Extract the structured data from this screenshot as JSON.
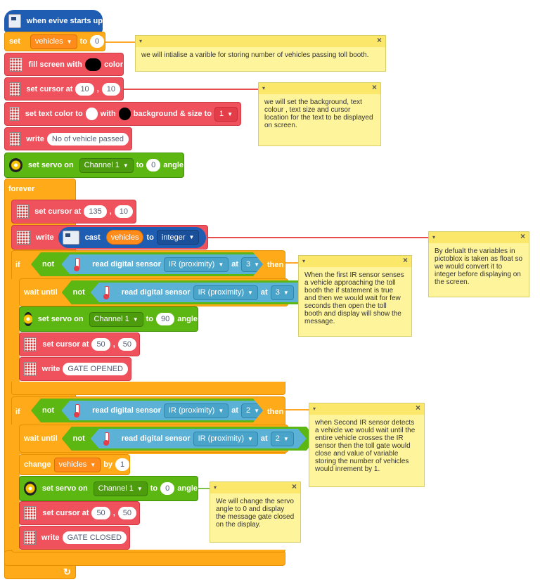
{
  "hat": {
    "label": "when evive starts up"
  },
  "set_var": {
    "label": "set",
    "var": "vehicles",
    "to": "to",
    "value": "0"
  },
  "fill": {
    "label": "fill screen with",
    "color": "color"
  },
  "cursor1": {
    "label": "set cursor at",
    "x": "10",
    "sep": ",",
    "y": "10"
  },
  "textcolor": {
    "label": "set text color to",
    "with": "with",
    "bg": "background & size to",
    "size": "1"
  },
  "write1": {
    "label": "write",
    "text": "No of vehicle passed"
  },
  "servo1": {
    "label": "set servo on",
    "channel": "Channel 1",
    "to": "to",
    "angle": "0",
    "unit": "angle"
  },
  "forever": {
    "label": "forever"
  },
  "cursor2": {
    "label": "set cursor at",
    "x": "135",
    "sep": ",",
    "y": "10"
  },
  "write2": {
    "label": "write",
    "cast": "cast",
    "var": "vehicles",
    "to": "to",
    "type": "integer"
  },
  "if1": {
    "if": "if",
    "not": "not",
    "read": "read digital sensor",
    "sensor": "IR (proximity)",
    "at": "at",
    "pin": "3",
    "then": "then"
  },
  "wait1": {
    "label": "wait until",
    "not": "not",
    "read": "read digital sensor",
    "sensor": "IR (proximity)",
    "at": "at",
    "pin": "3"
  },
  "servo2": {
    "label": "set servo on",
    "channel": "Channel 1",
    "to": "to",
    "angle": "90",
    "unit": "angle"
  },
  "cursor3": {
    "label": "set cursor at",
    "x": "50",
    "sep": ",",
    "y": "50"
  },
  "write3": {
    "label": "write",
    "text": "GATE OPENED"
  },
  "if2": {
    "if": "if",
    "not": "not",
    "read": "read digital sensor",
    "sensor": "IR (proximity)",
    "at": "at",
    "pin": "2",
    "then": "then"
  },
  "wait2": {
    "label": "wait until",
    "not": "not",
    "read": "read digital sensor",
    "sensor": "IR (proximity)",
    "at": "at",
    "pin": "2"
  },
  "change": {
    "label": "change",
    "var": "vehicles",
    "by": "by",
    "value": "1"
  },
  "servo3": {
    "label": "set servo on",
    "channel": "Channel 1",
    "to": "to",
    "angle": "0",
    "unit": "angle"
  },
  "cursor4": {
    "label": "set cursor at",
    "x": "50",
    "sep": ",",
    "y": "50"
  },
  "write4": {
    "label": "write",
    "text": "GATE CLOSED"
  },
  "notes": {
    "n1": "we will intialise a varible for storing number of vehicles passing toll booth.",
    "n2": "we will set the background, text colour , text size and cursor location for the text to be displayed on screen.",
    "n3": "By defualt the variables in pictoblox is taken as float so we would convert it to integer before displaying on the screen.",
    "n4": "When the first IR sensor senses a vehicle approaching the toll booth the if statement is true and then we would wait for few seconds then open the toll booth and display will show the message.",
    "n5": "when Second IR sensor detects a vehicle we would wait until the entire vehicle crosses the IR sensor then the toll gate would close and value of variable storing the number of vehicles would inrement by 1.",
    "n6": "We will change the servo angle to 0 and display the message gate closed on the display."
  },
  "icons": {
    "close": "×",
    "collapse": "▾",
    "loop": "↻"
  }
}
